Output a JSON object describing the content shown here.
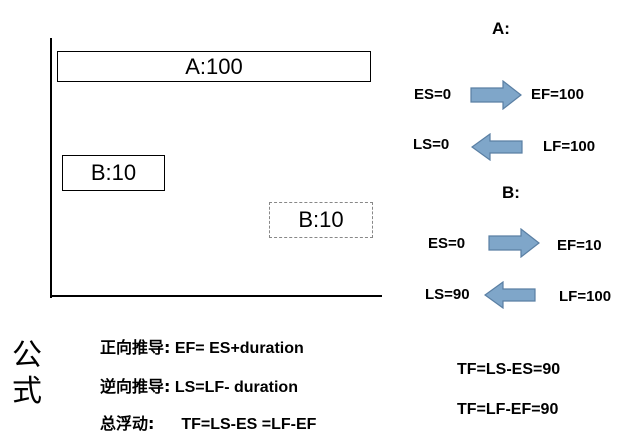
{
  "gantt": {
    "bar_a": "A:100",
    "bar_b_early": "B:10",
    "bar_b_late": "B:10"
  },
  "panel_a": {
    "title": "A:",
    "es": "ES=0",
    "ef": "EF=100",
    "ls": "LS=0",
    "lf": "LF=100"
  },
  "panel_b": {
    "title": "B:",
    "es": "ES=0",
    "ef": "EF=10",
    "ls": "LS=90",
    "lf": "LF=100"
  },
  "formulas": {
    "side_label": "公式",
    "forward_label": "正向推导:",
    "forward_expr": "EF= ES+duration",
    "backward_label": "逆向推导:",
    "backward_expr": "LS=LF- duration",
    "float_label": "总浮动:",
    "float_expr": "TF=LS-ES =LF-EF",
    "tf1": "TF=LS-ES=90",
    "tf2": "TF=LF-EF=90"
  },
  "colors": {
    "arrow_fill": "#7fa6c9",
    "arrow_stroke": "#5a7fa3",
    "dashed_border": "#888888"
  },
  "icons": [
    "arrow-right-icon",
    "arrow-left-icon"
  ]
}
